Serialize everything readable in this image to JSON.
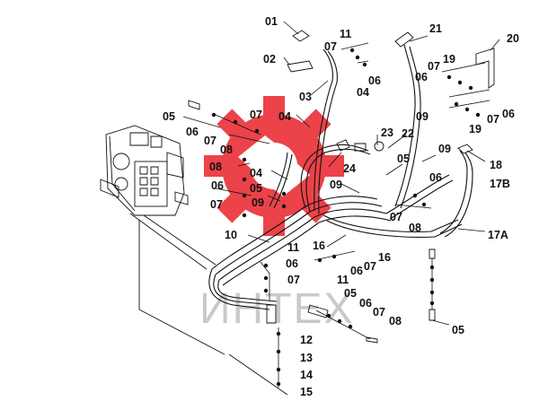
{
  "watermark": {
    "text": "ИНТЕХ",
    "logo_color": "#e8232a"
  },
  "callouts": [
    {
      "id": "c01a",
      "text": "01"
    },
    {
      "id": "c02a",
      "text": "02"
    },
    {
      "id": "c03a",
      "text": "03"
    },
    {
      "id": "c04a",
      "text": "04"
    },
    {
      "id": "c04b",
      "text": "04"
    },
    {
      "id": "c04c",
      "text": "04"
    },
    {
      "id": "c05a",
      "text": "05"
    },
    {
      "id": "c05b",
      "text": "05"
    },
    {
      "id": "c05c",
      "text": "05"
    },
    {
      "id": "c05d",
      "text": "05"
    },
    {
      "id": "c05e",
      "text": "05"
    },
    {
      "id": "c06a",
      "text": "06"
    },
    {
      "id": "c06b",
      "text": "06"
    },
    {
      "id": "c06c",
      "text": "06"
    },
    {
      "id": "c06d",
      "text": "06"
    },
    {
      "id": "c06e",
      "text": "06"
    },
    {
      "id": "c06f",
      "text": "06"
    },
    {
      "id": "c06g",
      "text": "06"
    },
    {
      "id": "c06h",
      "text": "06"
    },
    {
      "id": "c06i",
      "text": "06"
    },
    {
      "id": "c07a",
      "text": "07"
    },
    {
      "id": "c07b",
      "text": "07"
    },
    {
      "id": "c07c",
      "text": "07"
    },
    {
      "id": "c07d",
      "text": "07"
    },
    {
      "id": "c07e",
      "text": "07"
    },
    {
      "id": "c07f",
      "text": "07"
    },
    {
      "id": "c07g",
      "text": "07"
    },
    {
      "id": "c07h",
      "text": "07"
    },
    {
      "id": "c07i",
      "text": "07"
    },
    {
      "id": "c07j",
      "text": "07"
    },
    {
      "id": "c08a",
      "text": "08"
    },
    {
      "id": "c08b",
      "text": "08"
    },
    {
      "id": "c08c",
      "text": "08"
    },
    {
      "id": "c08d",
      "text": "08"
    },
    {
      "id": "c09a",
      "text": "09"
    },
    {
      "id": "c09b",
      "text": "09"
    },
    {
      "id": "c09c",
      "text": "09"
    },
    {
      "id": "c09d",
      "text": "09"
    },
    {
      "id": "c10a",
      "text": "10"
    },
    {
      "id": "c11a",
      "text": "11"
    },
    {
      "id": "c11b",
      "text": "11"
    },
    {
      "id": "c11c",
      "text": "11"
    },
    {
      "id": "c12a",
      "text": "12"
    },
    {
      "id": "c13a",
      "text": "13"
    },
    {
      "id": "c14a",
      "text": "14"
    },
    {
      "id": "c15a",
      "text": "15"
    },
    {
      "id": "c16a",
      "text": "16"
    },
    {
      "id": "c16b",
      "text": "16"
    },
    {
      "id": "c17Aa",
      "text": "17A"
    },
    {
      "id": "c17Ba",
      "text": "17B"
    },
    {
      "id": "c18a",
      "text": "18"
    },
    {
      "id": "c19a",
      "text": "19"
    },
    {
      "id": "c19b",
      "text": "19"
    },
    {
      "id": "c20a",
      "text": "20"
    },
    {
      "id": "c21a",
      "text": "21"
    },
    {
      "id": "c22a",
      "text": "22"
    },
    {
      "id": "c23a",
      "text": "23"
    },
    {
      "id": "c24a",
      "text": "24"
    }
  ]
}
